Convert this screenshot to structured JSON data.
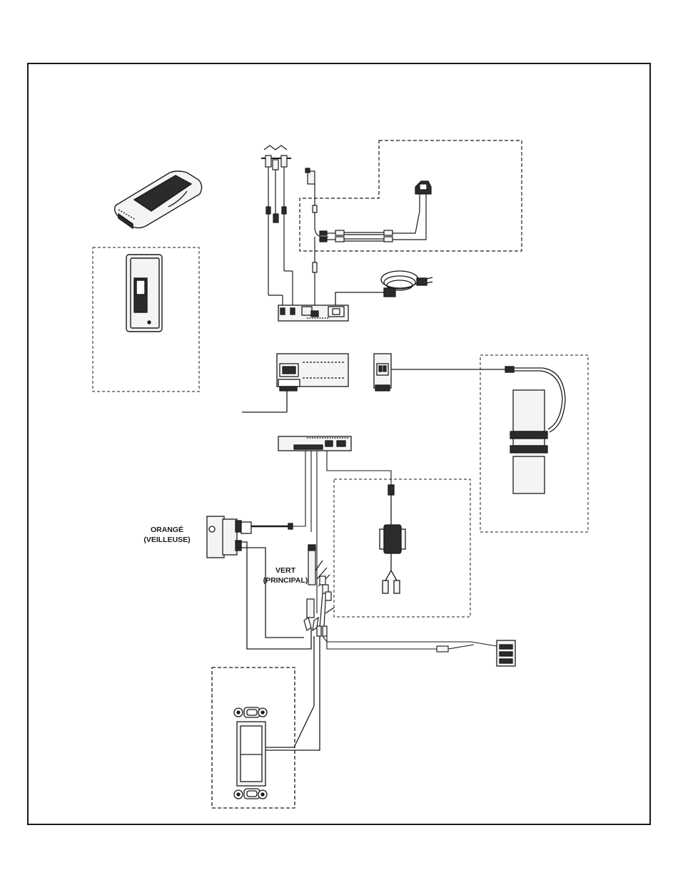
{
  "labels": {
    "orange_line1": "ORANGÉ",
    "orange_line2": "(VEILLEUSE)",
    "green_line1": "VERT",
    "green_line2": "(PRINCIPAL)"
  },
  "colors": {
    "ink": "#1a1a1a",
    "panel_fill": "#f4f4f4",
    "dark_fill": "#2b2b2b",
    "background": "#ffffff"
  }
}
